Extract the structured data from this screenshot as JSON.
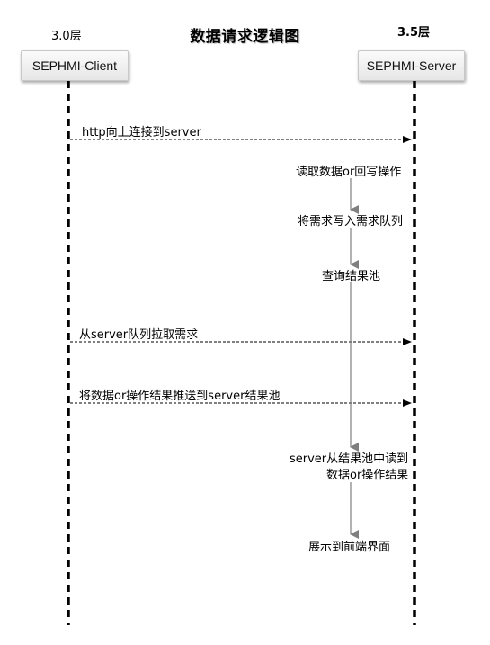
{
  "title": "数据请求逻辑图",
  "client": {
    "layer": "3.0层",
    "name": "SEPHMI-Client"
  },
  "server": {
    "layer": "3.5层",
    "name": "SEPHMI-Server"
  },
  "messages": [
    "http向上连接到server",
    "从server队列拉取需求",
    "将数据or操作结果推送到server结果池"
  ],
  "server_steps": [
    "读取数据or回写操作",
    "将需求写入需求队列",
    "查询结果池",
    "server从结果池中读到",
    "数据or操作结果",
    "展示到前端界面"
  ],
  "colors": {
    "lifeline": "#000000",
    "process_line": "#7f7f7f",
    "actor_border": "#c8c8c8"
  }
}
